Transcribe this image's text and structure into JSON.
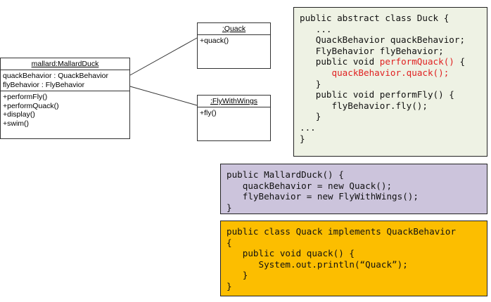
{
  "mallard": {
    "title": "mallard:MallardDuck",
    "attributes": [
      "quackBehavior : QuackBehavior",
      "flyBehavior : FlyBehavior"
    ],
    "methods": [
      "+performFly()",
      "+performQuack()",
      "+display()",
      "+swim()"
    ]
  },
  "quack_box": {
    "title": ":Quack",
    "methods": [
      "+quack()"
    ]
  },
  "fly_box": {
    "title": ":FlyWithWings",
    "methods": [
      "+fly()"
    ]
  },
  "duck_code": {
    "lines": [
      "public abstract class Duck {",
      "   ...",
      "   QuackBehavior quackBehavior;",
      "   FlyBehavior flyBehavior;",
      "   public void ",
      "      ",
      "   }",
      "   public void performFly() {",
      "      flyBehavior.fly();",
      "   }",
      "...",
      "}"
    ],
    "highlight_method": "performQuack()",
    "highlight_method_suffix": " {",
    "highlight_body": "quackBehavior.quack();"
  },
  "mallard_code": {
    "lines": [
      "public MallardDuck() {",
      "   quackBehavior = new Quack();",
      "   flyBehavior = new FlyWithWings();",
      "}"
    ]
  },
  "quack_code": {
    "lines": [
      "public class Quack implements QuackBehavior",
      "{",
      "   public void quack() {",
      "      System.out.println(“Quack”);",
      "   }",
      "}"
    ]
  },
  "colors": {
    "duck_bg": "#eef2e4",
    "mallard_bg": "#ccc4dc",
    "quack_bg": "#fcbe00",
    "highlight": "#e02020"
  }
}
